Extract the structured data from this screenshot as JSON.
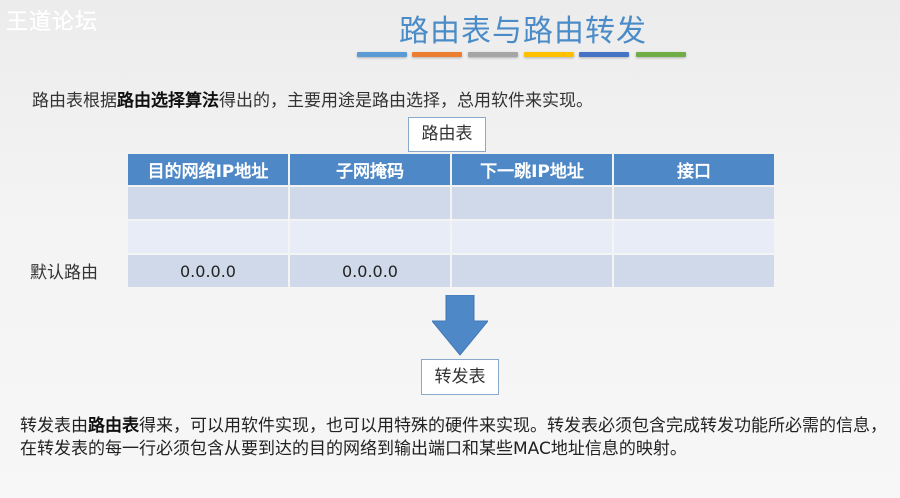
{
  "watermark": "王道论坛",
  "slide": {
    "title": "路由表与路由转发",
    "color_bars": [
      "#5b9bd5",
      "#ed7d31",
      "#a5a5a5",
      "#ffc000",
      "#4472c4",
      "#70ad47"
    ],
    "intro": {
      "pre": "路由表根据",
      "bold": "路由选择算法",
      "post": "得出的，主要用途是路由选择，总用软件来实现。"
    },
    "routing_table": {
      "label": "路由表",
      "columns": [
        "目的网络IP地址",
        "子网掩码",
        "下一跳IP地址",
        "接口"
      ],
      "rows": [
        [
          "",
          "",
          "",
          ""
        ],
        [
          "",
          "",
          "",
          ""
        ],
        [
          "0.0.0.0",
          "0.0.0.0",
          "",
          ""
        ]
      ],
      "default_route_label": "默认路由"
    },
    "arrow_icon": "down-arrow",
    "forwarding_table_label": "转发表",
    "paragraph": {
      "pre": "转发表由",
      "bold": "路由表",
      "post": "得来，可以用软件实现，也可以用特殊的硬件来实现。转发表必须包含完成转发功能所必需的信息，在转发表的每一行必须包含从要到达的目的网络到输出端口和某些MAC地址信息的映射。"
    }
  }
}
